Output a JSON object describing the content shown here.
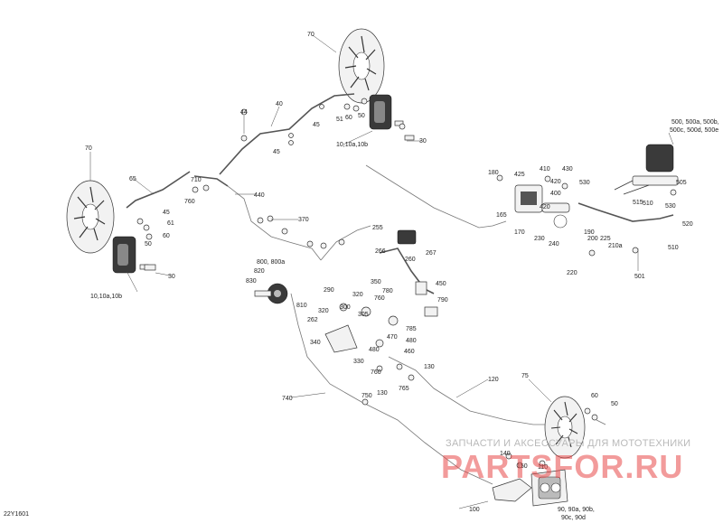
{
  "diagram_code": "22Y1601",
  "watermark": {
    "top_text": "ЗАПЧАСТИ И АКСЕССУАРЫ ДЛЯ МОТОТЕХНИКИ",
    "brand": "PARTSFOR.RU"
  },
  "labels": [
    {
      "id": "l70a",
      "text": "70"
    },
    {
      "id": "l70b",
      "text": "70"
    },
    {
      "id": "l75",
      "text": "75"
    },
    {
      "id": "l44",
      "text": "44"
    },
    {
      "id": "l40",
      "text": "40"
    },
    {
      "id": "l45a",
      "text": "45"
    },
    {
      "id": "l45b",
      "text": "45"
    },
    {
      "id": "l45c",
      "text": "45"
    },
    {
      "id": "l51",
      "text": "51"
    },
    {
      "id": "l60a",
      "text": "60"
    },
    {
      "id": "l50a",
      "text": "50"
    },
    {
      "id": "l30a",
      "text": "30"
    },
    {
      "id": "l1010a",
      "text": "10,10a,10b"
    },
    {
      "id": "l1010b",
      "text": "10,10a,10b"
    },
    {
      "id": "l65",
      "text": "65"
    },
    {
      "id": "l710",
      "text": "710"
    },
    {
      "id": "l760a",
      "text": "760"
    },
    {
      "id": "l61",
      "text": "61"
    },
    {
      "id": "l60b",
      "text": "60"
    },
    {
      "id": "l50b",
      "text": "50"
    },
    {
      "id": "l30b",
      "text": "30"
    },
    {
      "id": "l440",
      "text": "440"
    },
    {
      "id": "l370",
      "text": "370"
    },
    {
      "id": "l255",
      "text": "255"
    },
    {
      "id": "l266",
      "text": "266"
    },
    {
      "id": "l267",
      "text": "267"
    },
    {
      "id": "l260",
      "text": "260"
    },
    {
      "id": "l350",
      "text": "350"
    },
    {
      "id": "l780",
      "text": "780"
    },
    {
      "id": "l450",
      "text": "450"
    },
    {
      "id": "l790",
      "text": "790"
    },
    {
      "id": "l800",
      "text": "800, 800a"
    },
    {
      "id": "l820",
      "text": "820"
    },
    {
      "id": "l830",
      "text": "830"
    },
    {
      "id": "l810",
      "text": "810"
    },
    {
      "id": "l290",
      "text": "290"
    },
    {
      "id": "l320a",
      "text": "320"
    },
    {
      "id": "l760b",
      "text": "760"
    },
    {
      "id": "l300",
      "text": "300"
    },
    {
      "id": "l320b",
      "text": "320"
    },
    {
      "id": "l305",
      "text": "305"
    },
    {
      "id": "l262",
      "text": "262"
    },
    {
      "id": "l785",
      "text": "785"
    },
    {
      "id": "l470",
      "text": "470"
    },
    {
      "id": "l340",
      "text": "340"
    },
    {
      "id": "l480a",
      "text": "480"
    },
    {
      "id": "l480b",
      "text": "480"
    },
    {
      "id": "l460",
      "text": "460"
    },
    {
      "id": "l330",
      "text": "330"
    },
    {
      "id": "l130a",
      "text": "130"
    },
    {
      "id": "l760c",
      "text": "760"
    },
    {
      "id": "l765",
      "text": "765"
    },
    {
      "id": "l120",
      "text": "120"
    },
    {
      "id": "l740",
      "text": "740"
    },
    {
      "id": "l750",
      "text": "750"
    },
    {
      "id": "l130b",
      "text": "130"
    },
    {
      "id": "l60c",
      "text": "60"
    },
    {
      "id": "l50c",
      "text": "50"
    },
    {
      "id": "l140",
      "text": "140"
    },
    {
      "id": "l150",
      "text": "150"
    },
    {
      "id": "l110",
      "text": "110"
    },
    {
      "id": "l100",
      "text": "100"
    },
    {
      "id": "l90",
      "text": "90, 90a, 90b,"
    },
    {
      "id": "l90c",
      "text": "90c, 90d"
    },
    {
      "id": "l180",
      "text": "180"
    },
    {
      "id": "l425",
      "text": "425"
    },
    {
      "id": "l410",
      "text": "410"
    },
    {
      "id": "l430",
      "text": "430"
    },
    {
      "id": "l420a",
      "text": "420"
    },
    {
      "id": "l400",
      "text": "400"
    },
    {
      "id": "l420b",
      "text": "420"
    },
    {
      "id": "l165",
      "text": "165"
    },
    {
      "id": "l170",
      "text": "170"
    },
    {
      "id": "l230",
      "text": "230"
    },
    {
      "id": "l240",
      "text": "240"
    },
    {
      "id": "l190",
      "text": "190"
    },
    {
      "id": "l200",
      "text": "200"
    },
    {
      "id": "l225",
      "text": "225"
    },
    {
      "id": "l210a",
      "text": "210a"
    },
    {
      "id": "l220",
      "text": "220"
    },
    {
      "id": "l501",
      "text": "501"
    },
    {
      "id": "l530a",
      "text": "530"
    },
    {
      "id": "l505",
      "text": "505"
    },
    {
      "id": "l515",
      "text": "515"
    },
    {
      "id": "l510a",
      "text": "510"
    },
    {
      "id": "l530b",
      "text": "530"
    },
    {
      "id": "l520",
      "text": "520"
    },
    {
      "id": "l510b",
      "text": "510"
    },
    {
      "id": "l500a",
      "text": "500, 500a, 500b,"
    },
    {
      "id": "l500b",
      "text": "500c, 500d, 500e"
    }
  ]
}
